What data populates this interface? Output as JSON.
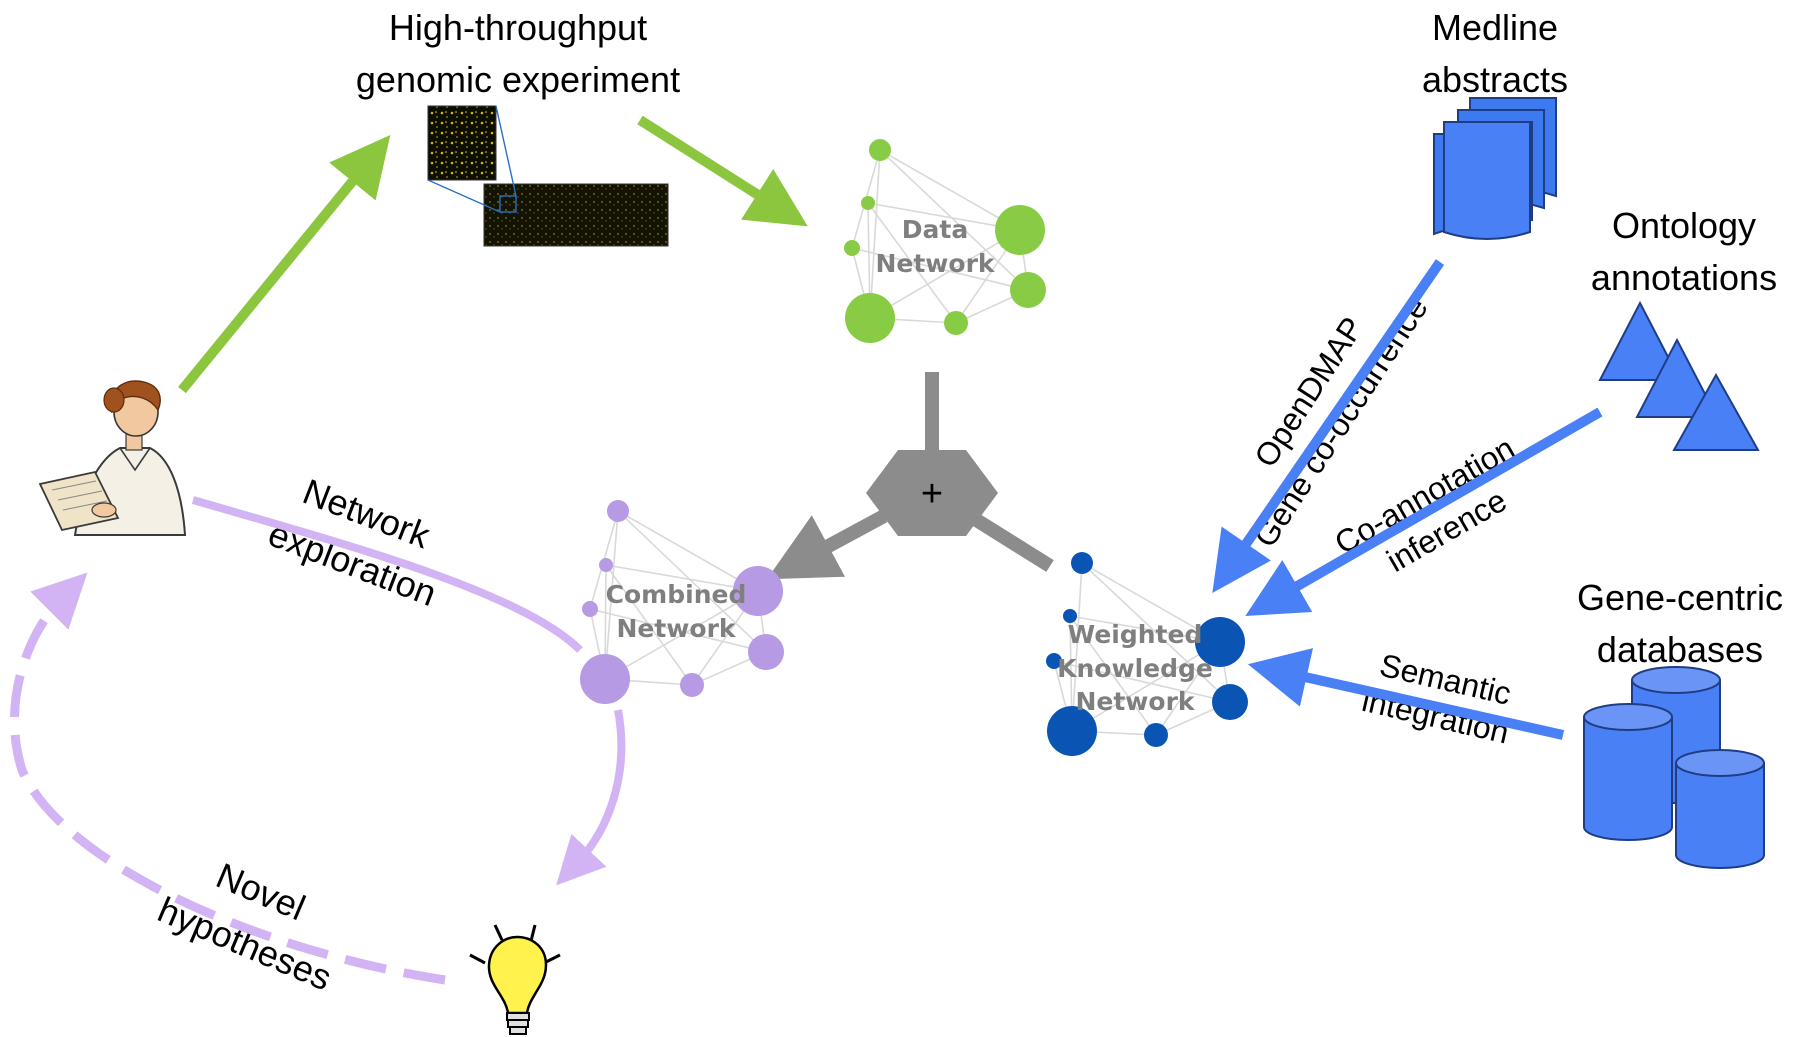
{
  "labels": {
    "ht_line1": "High-throughput",
    "ht_line2": "genomic experiment",
    "medline_line1": "Medline",
    "medline_line2": "abstracts",
    "ontology_line1": "Ontology",
    "ontology_line2": "annotations",
    "genedb_line1": "Gene-centric",
    "genedb_line2": "databases",
    "opendmap": "OpenDMAP",
    "cooccurrence": "Gene co-occurrence",
    "coannotation_line1": "Co-annotation",
    "coannotation_line2": "inference",
    "semantic_line1": "Semantic",
    "semantic_line2": "integration",
    "explore_line1": "Network",
    "explore_line2": "exploration",
    "novel_line1": "Novel",
    "novel_line2": "hypotheses",
    "plus": "+"
  },
  "networks": {
    "data_line1": "Data",
    "data_line2": "Network",
    "combined_line1": "Combined",
    "combined_line2": "Network",
    "knowledge_line1": "Weighted",
    "knowledge_line2": "Knowledge",
    "knowledge_line3": "Network"
  },
  "colors": {
    "green": "#8cc63f",
    "blue": "#4a80f5",
    "purple": "#d2b4f5",
    "gray": "#8c8c8c",
    "node_blue": "#0a55b4",
    "node_purple": "#b79ae4",
    "node_green": "#87cc44"
  }
}
